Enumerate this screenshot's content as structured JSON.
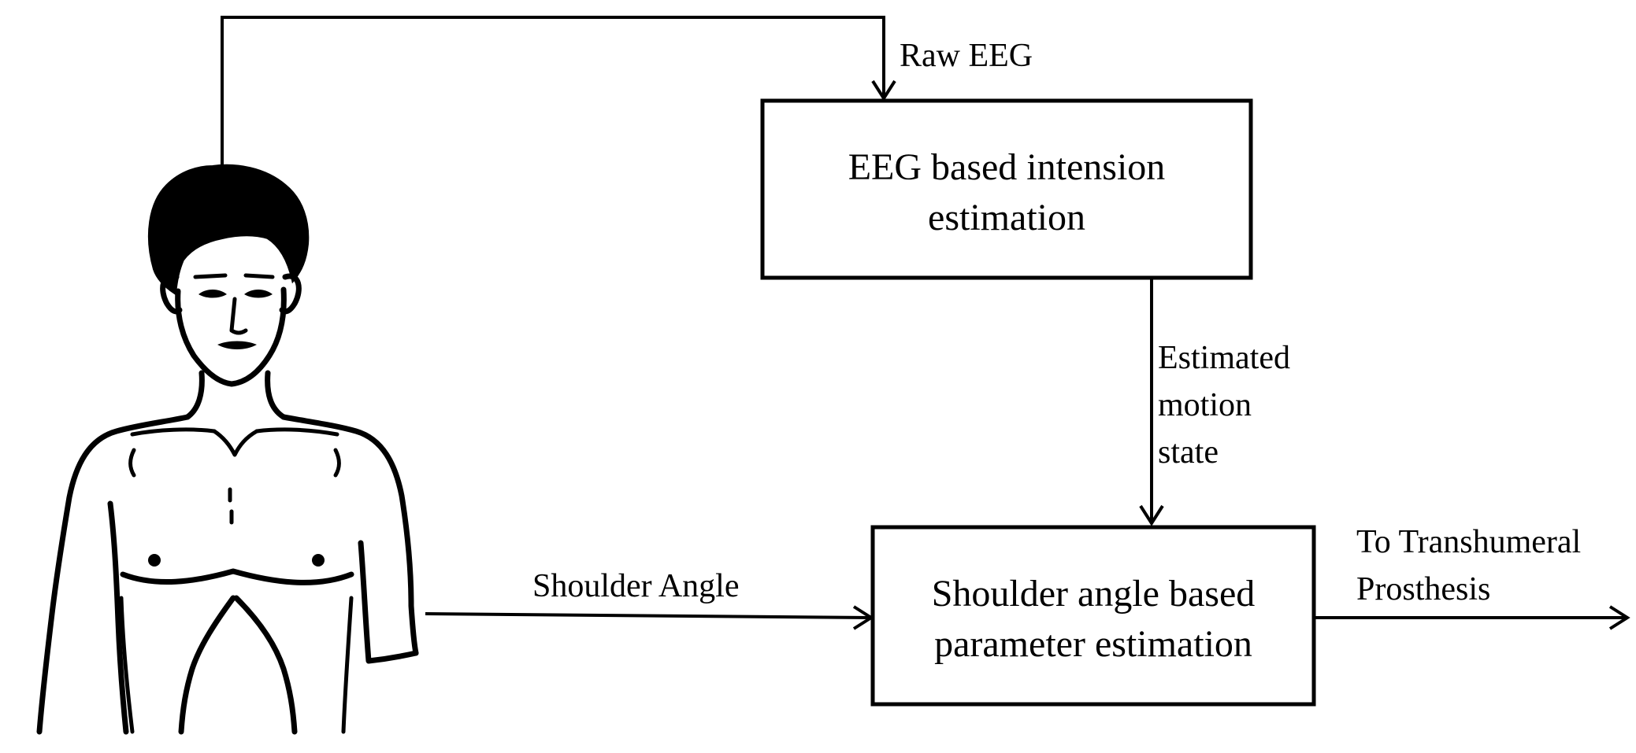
{
  "diagram": {
    "blocks": {
      "eeg": {
        "line1": "EEG based intension",
        "line2": "estimation"
      },
      "shoulder": {
        "line1": "Shoulder angle based",
        "line2": "parameter estimation"
      }
    },
    "labels": {
      "raw_eeg": "Raw EEG",
      "estimated_state": [
        "Estimated",
        "motion",
        "state"
      ],
      "shoulder_angle": "Shoulder Angle",
      "to_prosthesis": [
        "To Transhumeral",
        "Prosthesis"
      ]
    },
    "figure": {
      "icon": "human-torso-icon"
    },
    "colors": {
      "ink": "#000000",
      "background": "#ffffff"
    }
  }
}
